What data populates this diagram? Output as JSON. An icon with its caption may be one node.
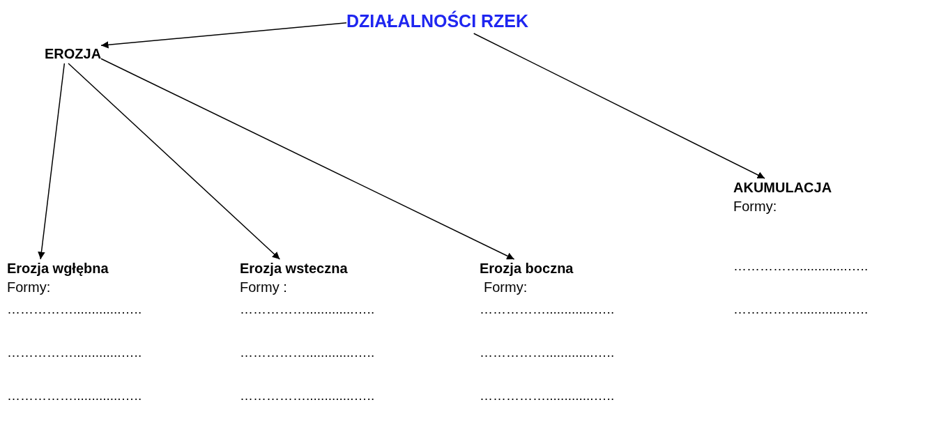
{
  "diagram": {
    "nodes": [
      {
        "text": [
          "DZIAŁALNOŚCI RZEK"
        ]
      },
      {
        "text": [
          "EROZJA"
        ]
      },
      {
        "text": [
          "Erozja wgłębna",
          "Formy:"
        ]
      },
      {
        "text": [
          "Erozja wsteczna",
          "Formy :"
        ]
      },
      {
        "text": [
          "Erozja boczna",
          "Formy:"
        ]
      },
      {
        "text": [
          "AKUMULACJA",
          "Formy:"
        ]
      }
    ],
    "edges": [
      {
        "from": 0,
        "to": 1,
        "arrow": "to"
      },
      {
        "from": 0,
        "to": 5,
        "arrow": "to"
      },
      {
        "from": 1,
        "to": 2,
        "arrow": "to"
      },
      {
        "from": 1,
        "to": 3,
        "arrow": "to"
      },
      {
        "from": 1,
        "to": 4,
        "arrow": "to"
      }
    ],
    "labels": [
      "…………….............…..",
      "…………….............…..",
      "…………….............…..",
      "…………….............…..",
      "…………….............…..",
      "…………….............…..",
      "…………….............…..",
      "…………….............…..",
      "…………….............…..",
      "…………….............…..",
      "…………….............….."
    ]
  }
}
